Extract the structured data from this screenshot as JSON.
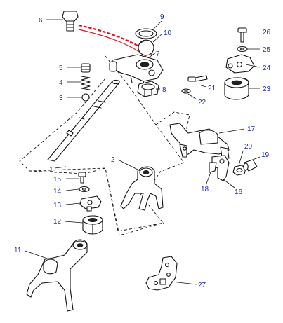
{
  "colors": {
    "callout_text": "#1a2bb5",
    "highlight": "#e0101a",
    "line": "#111111",
    "background": "#ffffff"
  },
  "callouts": [
    {
      "id": "1",
      "text": "1"
    },
    {
      "id": "2",
      "text": "2"
    },
    {
      "id": "3",
      "text": "3"
    },
    {
      "id": "4",
      "text": "4"
    },
    {
      "id": "5",
      "text": "5"
    },
    {
      "id": "6",
      "text": "6"
    },
    {
      "id": "7",
      "text": "7"
    },
    {
      "id": "8",
      "text": "8"
    },
    {
      "id": "9",
      "text": "9"
    },
    {
      "id": "10",
      "text": "10"
    },
    {
      "id": "11",
      "text": "11"
    },
    {
      "id": "12",
      "text": "12"
    },
    {
      "id": "13",
      "text": "13"
    },
    {
      "id": "14",
      "text": "14"
    },
    {
      "id": "15",
      "text": "15"
    },
    {
      "id": "16",
      "text": "16"
    },
    {
      "id": "17",
      "text": "17"
    },
    {
      "id": "18",
      "text": "18"
    },
    {
      "id": "19",
      "text": "19"
    },
    {
      "id": "20",
      "text": "20"
    },
    {
      "id": "21",
      "text": "21"
    },
    {
      "id": "22",
      "text": "22"
    },
    {
      "id": "23",
      "text": "23"
    },
    {
      "id": "24",
      "text": "24"
    },
    {
      "id": "25",
      "text": "25"
    },
    {
      "id": "26",
      "text": "26"
    },
    {
      "id": "27",
      "text": "27"
    }
  ]
}
